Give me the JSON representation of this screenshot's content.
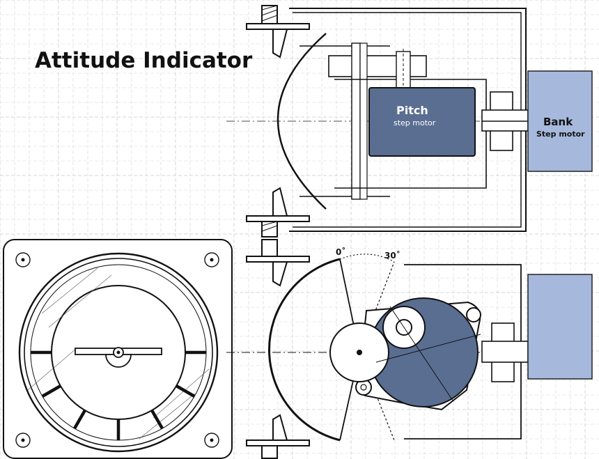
{
  "title": "Attitude Indicator",
  "labels": {
    "pitch": "Pitch",
    "pitch_sub": "step motor",
    "bank": "Bank",
    "bank_sub": "Step motor",
    "angle_zero": "0˚",
    "angle_thirty": "30˚"
  },
  "colors": {
    "motor_fill": "#5a6e92",
    "bank_motor_fill": "#a6b9dc",
    "grid_line": "#d4d4d4",
    "ink": "#111111"
  }
}
